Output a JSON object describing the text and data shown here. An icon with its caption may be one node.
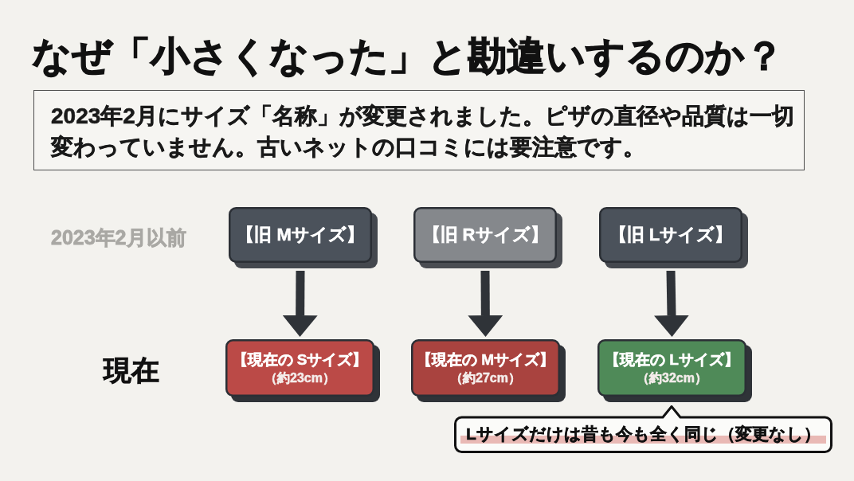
{
  "diagram": {
    "title": "なぜ「小さくなった」と勘違いするのか？",
    "nodes": [
      {
        "text": [
          "2023年2月にサイズ「名称」が変更されました。ピザの直径や品質は一切変わっていません。古いネットの口コミには要注意です。"
        ]
      },
      {
        "text": [
          "【旧 Mサイズ】"
        ]
      },
      {
        "text": [
          "【旧 Rサイズ】"
        ]
      },
      {
        "text": [
          "【旧 Lサイズ】"
        ]
      },
      {
        "text": [
          "【現在の Sサイズ】",
          "（約23cm）"
        ]
      },
      {
        "text": [
          "【現在の Mサイズ】",
          "（約27cm）"
        ]
      },
      {
        "text": [
          "【現在の Lサイズ】",
          "（約32cm）"
        ]
      },
      {
        "text": [
          "Lサイズだけは昔も今も全く同じ（変更なし）"
        ]
      }
    ],
    "edges": [
      {
        "from": 1,
        "to": 4,
        "arrow": "to"
      },
      {
        "from": 2,
        "to": 5,
        "arrow": "to"
      },
      {
        "from": 3,
        "to": 6,
        "arrow": "to"
      }
    ],
    "labels": [
      "2023年2月以前",
      "現在"
    ]
  }
}
